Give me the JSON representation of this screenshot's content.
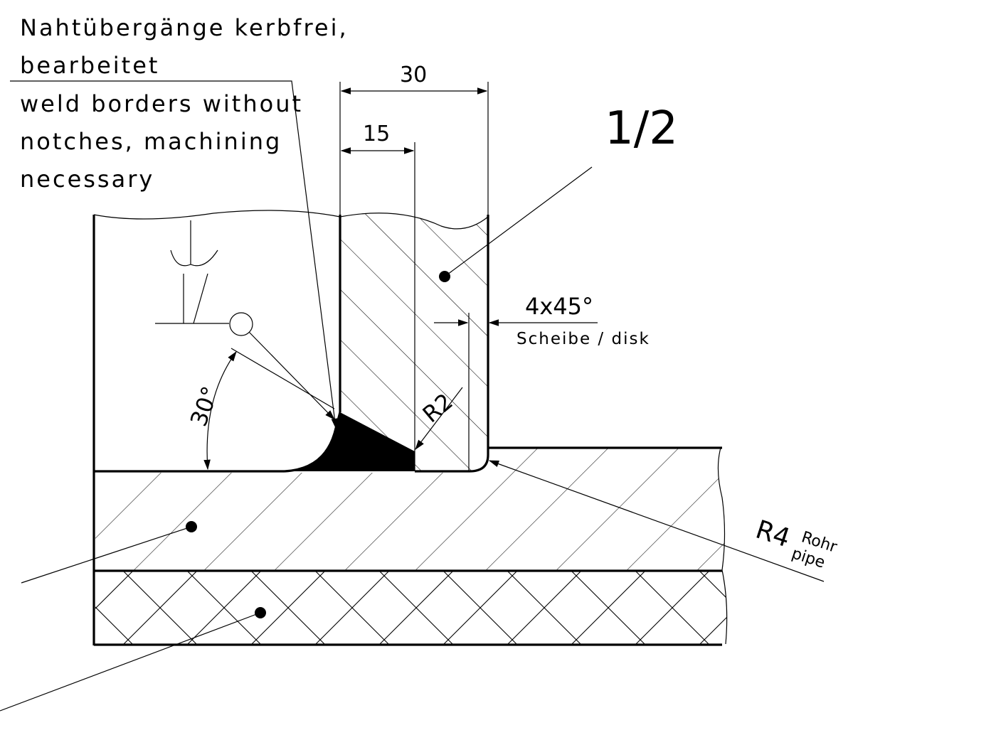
{
  "notes": {
    "de_line1": "Nahtübergänge kerbfrei,",
    "de_line2": "bearbeitet",
    "en_line1": "weld borders without",
    "en_line2": "notches, machining",
    "en_line3": "necessary"
  },
  "dimensions": {
    "width_total": "30",
    "width_half": "15",
    "part_label": "1/2",
    "chamfer": "4x45°",
    "chamfer_sub": "Scheibe / disk",
    "angle": "30°",
    "radius_small": "R2",
    "radius_large": "R4",
    "radius_large_sub1": "Rohr",
    "radius_large_sub2": "pipe"
  },
  "colors": {
    "ink": "#000000",
    "paper": "#ffffff"
  }
}
